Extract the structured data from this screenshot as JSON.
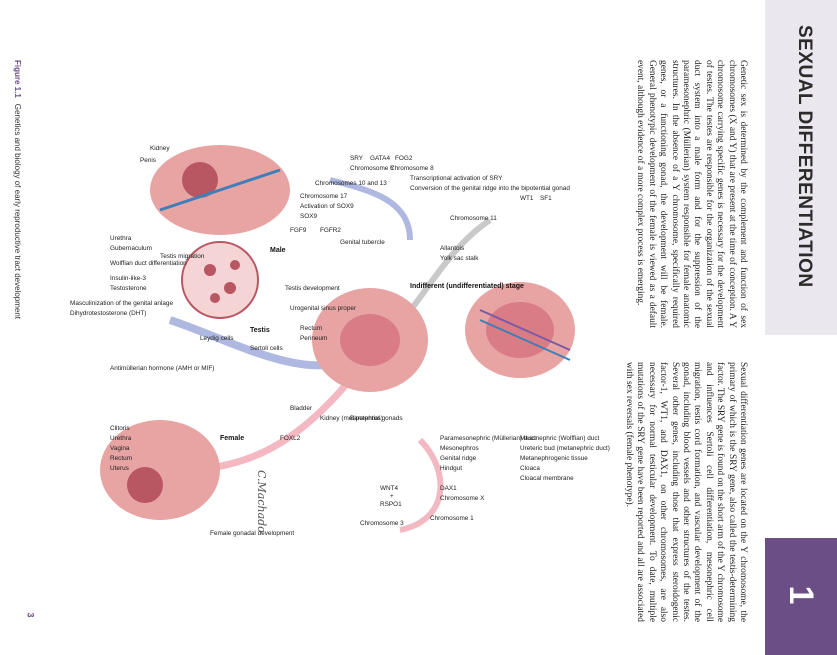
{
  "chapter": {
    "title": "SEXUAL DIFFERENTIATION",
    "number": "1"
  },
  "page_number": "3",
  "text": {
    "col1": "Genetic sex is determined by the complement and function of sex chromosomes (X and Y) that are present at the time of conception. A Y chromosome carrying specific genes is necessary for the development of testes. The testes are responsible for the organization of the sexual duct system into a male form and for the suppression of the paramesonephric (Müllerian) system responsible for female anatomic structures. In the absence of a Y chromosome, specifically required genes, or a functioning gonad, the development will be female. General phenotypic development of the female is viewed as a default event, although evidence of a more complex process is emerging.",
    "col2": "Sexual differentiation genes are located on the Y chromosome, the primary of which is the SRY gene, also called the testis-determining factor. The SRY gene is found on the short arm of the Y chromosome and influences Sertoli cell differentiation, mesonephric cell migration, testis cord formation, and vascular development of the gonad, including blood vessels and other structures of the testes. Several other genes, including those that express steroidogenic factor-1, WT1, and DAX1, on other chromosomes, are also necessary for normal testicular development. To date, multiple mutations of the SRY gene have been reported and all are associated with sex reversals (female phenotype)."
  },
  "caption": {
    "figure_label": "Figure 1.1",
    "text": "Genetics and biology of early reproductive tract development"
  },
  "figure_labels": {
    "stage_title": "Indifferent (undifferentiated) stage",
    "male": "Male",
    "female": "Female",
    "testis": "Testis",
    "testis_development": "Testis development",
    "female_gonadal_development": "Female gonadal development",
    "indifferent_list": [
      "Paramesonephric (Müllerian) duct",
      "Mesonephros",
      "Genital ridge",
      "Hindgut",
      "Mesonephric (Wolffian) duct",
      "Ureteric bud (metanephric duct)",
      "Metanephrogenic tissue",
      "Cloaca",
      "Cloacal membrane",
      "Allantois",
      "Yolk sac stalk",
      "Chromosome 11",
      "WT1",
      "SF1"
    ],
    "male_genes": [
      "SRY",
      "GATA4",
      "FOG2",
      "Chromosome Y",
      "Chromosome 8",
      "Chromosomes 10 and 13",
      "Chromosome 17",
      "Activation of SOX9",
      "SOX9",
      "FGF9",
      "FGFR2",
      "Genital tubercle",
      "Transcriptional activation of SRY",
      "Conversion of the genital ridge into the bipotential gonad"
    ],
    "male_structures": [
      "Kidney",
      "Penis",
      "Urethra",
      "Gubernaculum",
      "Wolffian duct differentiation",
      "Testis migration",
      "Insulin-like-3",
      "Testosterone",
      "Masculinization of the genital anlage",
      "Dihydrotestosterone (DHT)",
      "Antimüllerian hormone (AMH or MIF)",
      "Leydig cells",
      "Sertoli cells",
      "Urogenital sinus proper",
      "Rectum",
      "Perineum"
    ],
    "female_structures": [
      "DAX1",
      "Chromosome X",
      "WNT4",
      "+",
      "RSPO1",
      "Chromosome 1",
      "Chromosome 3",
      "Bipotential gonads",
      "Kidney (metanephros)",
      "Bladder",
      "FOXL2",
      "Clitoris",
      "Urethra",
      "Vagina",
      "Rectum",
      "Uterus"
    ]
  },
  "colors": {
    "accent": "#6b4e86",
    "band_light": "#ebe7ee",
    "tissue": "#e8a3a3",
    "arrow_male": "#9aa6d8",
    "arrow_female": "#f1a6b4"
  }
}
